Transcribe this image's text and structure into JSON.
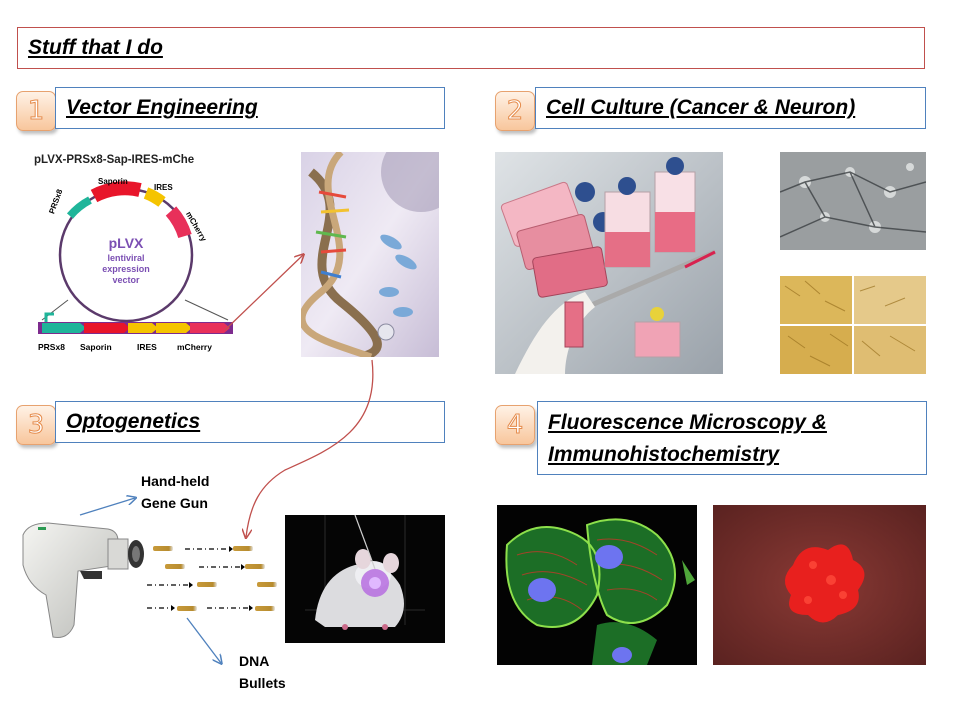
{
  "header": {
    "title": "Stuff that I do"
  },
  "sections": [
    {
      "number": "1",
      "label": "Vector Engineering"
    },
    {
      "number": "2",
      "label": "Cell Culture (Cancer & Neuron)"
    },
    {
      "number": "3",
      "label": "Optogenetics"
    },
    {
      "number": "4",
      "label_line1": "Fluorescence Microscopy &",
      "label_line2": "Immunohistochemistry"
    }
  ],
  "plasmid": {
    "name": "pLVX-PRSx8-Sap-IRES-mChe",
    "center_line1": "pLVX",
    "center_line2": "lentiviral",
    "center_line3": "expression",
    "center_line4": "vector",
    "ring_labels": [
      "PRSx8",
      "Saporin",
      "IRES",
      "mCherry"
    ],
    "track_labels": [
      "PRSx8",
      "Saporin",
      "IRES",
      "mCherry"
    ]
  },
  "gene_gun": {
    "tool_label_line1": "Hand-held",
    "tool_label_line2": "Gene Gun",
    "bullets_label_line1": "DNA",
    "bullets_label_line2": "Bullets"
  },
  "colors": {
    "title_border": "#c0504d",
    "section_border": "#4f81bd",
    "badge": "#f8c69c",
    "arrow_red": "#c0504d",
    "arrow_blue": "#4f81bd"
  }
}
